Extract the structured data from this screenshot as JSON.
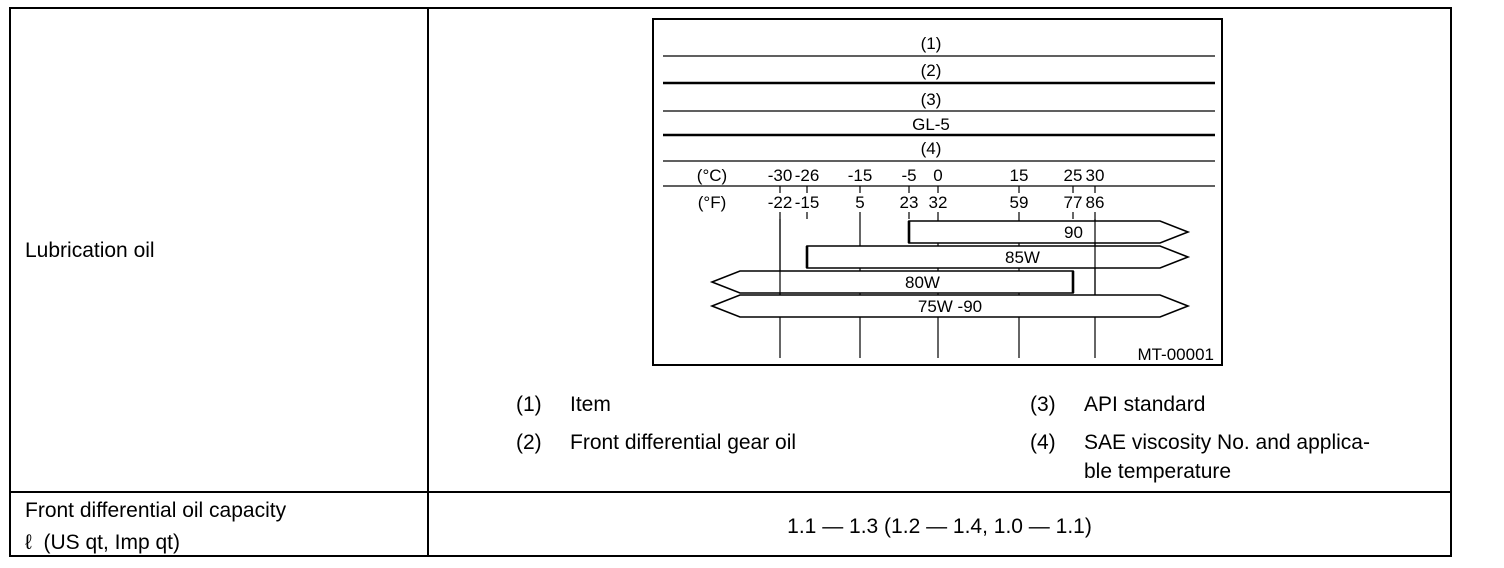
{
  "table": {
    "row1_label": "Lubrication oil",
    "row2_label_line1": "Front differential oil capacity",
    "row2_label_line2": "ℓ  (US qt, Imp qt)",
    "row2_value": "1.1 — 1.3 (1.2 — 1.4, 1.0 — 1.1)"
  },
  "diagram": {
    "rows": [
      "(1)",
      "(2)",
      "(3)",
      "GL-5",
      "(4)"
    ],
    "celsius_label": "(°C)",
    "fahrenheit_label": "(°F)",
    "celsius_ticks": [
      "-30",
      "-26",
      "-15",
      "-5",
      "0",
      "15",
      "25",
      "30"
    ],
    "fahrenheit_ticks": [
      "-22",
      "-15",
      "5",
      "23",
      "32",
      "59",
      "77",
      "86"
    ],
    "bars": [
      {
        "label": "90",
        "from_c": -5,
        "to_c": "above 30"
      },
      {
        "label": "85W",
        "from_c": -26,
        "to_c": "above 30"
      },
      {
        "label": "80W",
        "from_c": "below -30",
        "to_c": 25
      },
      {
        "label": "75W -90",
        "from_c": "below -30",
        "to_c": "above 30"
      }
    ],
    "figure_id": "MT-00001"
  },
  "legend": [
    {
      "num": "(1)",
      "text": "Item"
    },
    {
      "num": "(2)",
      "text": "Front differential gear oil"
    },
    {
      "num": "(3)",
      "text": "API standard"
    },
    {
      "num": "(4)",
      "text": "SAE viscosity No. and applica-",
      "text2": "ble temperature"
    }
  ]
}
